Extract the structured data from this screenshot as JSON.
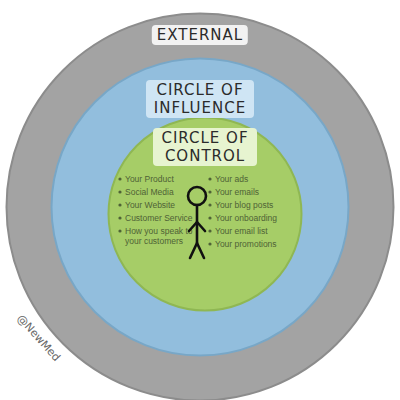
{
  "diagram": {
    "nodes": [
      {
        "text": [
          "EXTERNAL"
        ]
      },
      {
        "text": [
          "CIRCLE OF INFLUENCE"
        ],
        "in": 0
      },
      {
        "text": [
          "CIRCLE OF CONTROL",
          "Your Product",
          "Social Media",
          "Your Website",
          "Customer Service",
          "How you speak to your customers",
          "Your ads",
          "Your emails",
          "Your blog posts",
          "Your onboarding",
          "Your email list",
          "Your promotions"
        ],
        "in": 1
      }
    ],
    "labels": [
      "@NewMed"
    ]
  }
}
